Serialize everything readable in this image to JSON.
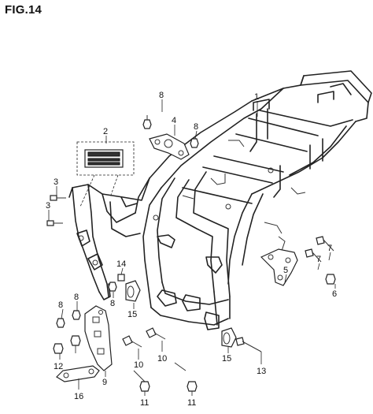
{
  "figure": {
    "title": "FIG.14"
  },
  "callouts": [
    {
      "id": "c1",
      "label": "1"
    },
    {
      "id": "c2",
      "label": "2"
    },
    {
      "id": "c3",
      "label": "3"
    },
    {
      "id": "c3b",
      "label": "3"
    },
    {
      "id": "c4",
      "label": "4"
    },
    {
      "id": "c5",
      "label": "5"
    },
    {
      "id": "c6",
      "label": "6"
    },
    {
      "id": "c7a",
      "label": "7"
    },
    {
      "id": "c7b",
      "label": "7"
    },
    {
      "id": "c8a",
      "label": "8"
    },
    {
      "id": "c8b",
      "label": "8"
    },
    {
      "id": "c8c",
      "label": "8"
    },
    {
      "id": "c8d",
      "label": "8"
    },
    {
      "id": "c8e",
      "label": "8"
    },
    {
      "id": "c9",
      "label": "9"
    },
    {
      "id": "c10a",
      "label": "10"
    },
    {
      "id": "c10b",
      "label": "10"
    },
    {
      "id": "c11a",
      "label": "11"
    },
    {
      "id": "c11b",
      "label": "11"
    },
    {
      "id": "c12",
      "label": "12"
    },
    {
      "id": "c13",
      "label": "13"
    },
    {
      "id": "c14",
      "label": "14"
    },
    {
      "id": "c15a",
      "label": "15"
    },
    {
      "id": "c15b",
      "label": "15"
    },
    {
      "id": "c16",
      "label": "16"
    }
  ]
}
